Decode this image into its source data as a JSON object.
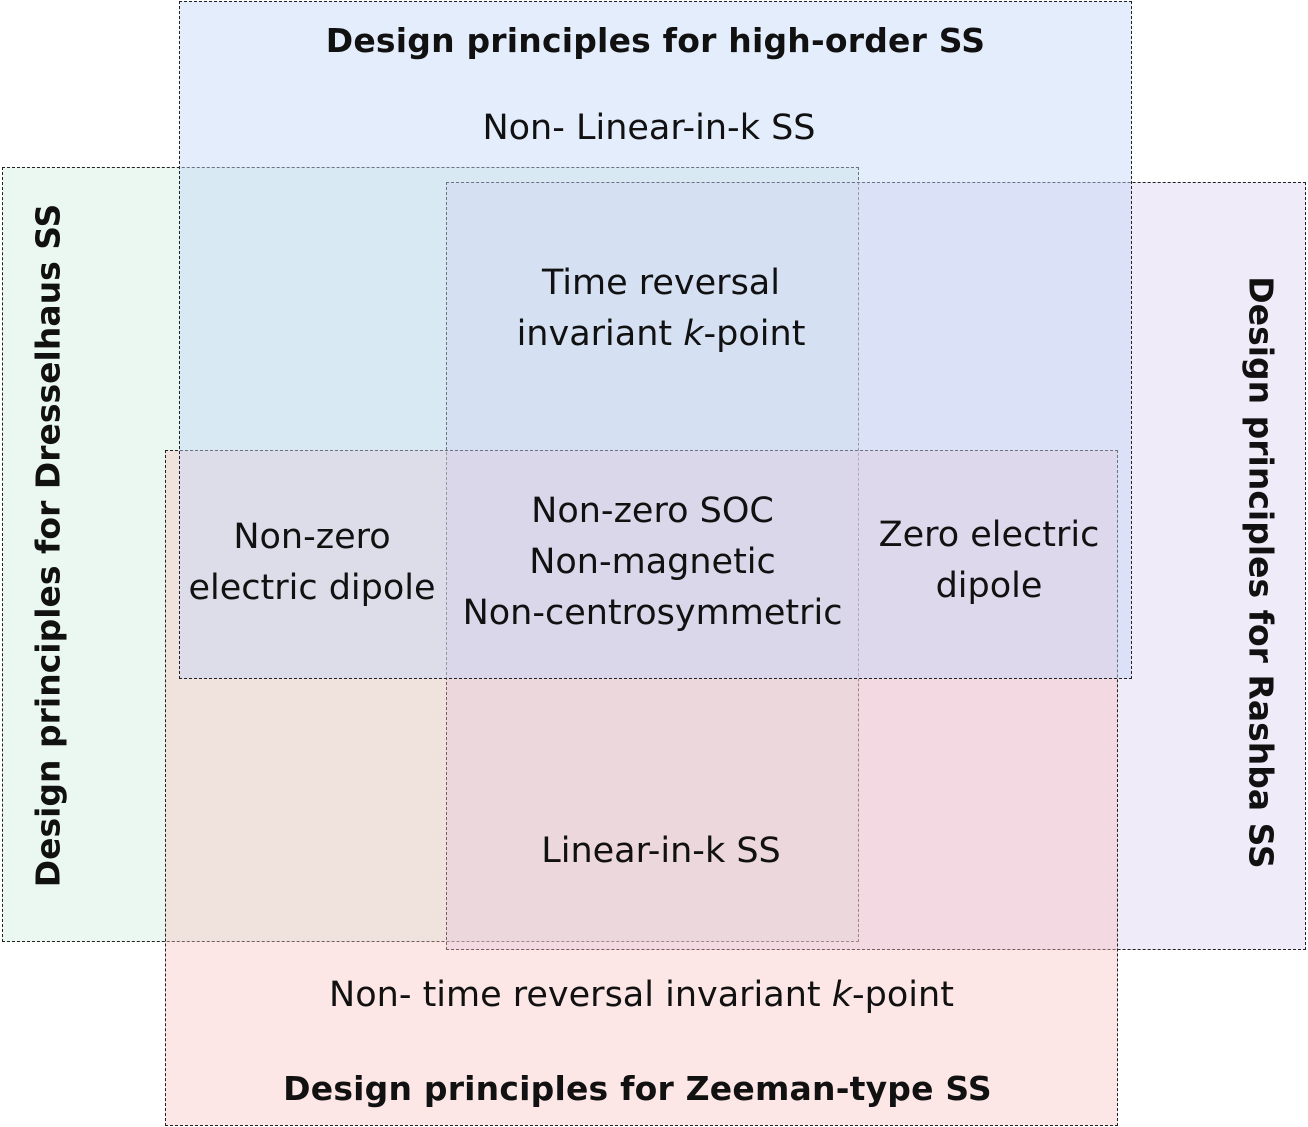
{
  "regions": {
    "high_order": {
      "title": "Design principles for high-order SS",
      "condition": "Non- Linear-in-k SS",
      "color": "#d6e3fb"
    },
    "dresselhaus": {
      "title": "Design principles for Dresselhaus SS",
      "color": "#dcf3e8"
    },
    "rashba": {
      "title": "Design principles for Rashba SS",
      "color": "#e2dcf3"
    },
    "zeeman": {
      "title": "Design principles for Zeeman-type SS",
      "condition_prefix": "Non- time reversal invariant ",
      "condition_k": "k",
      "condition_suffix": "-point",
      "color": "#fcd4d4"
    }
  },
  "cells": {
    "trim": {
      "line1": "Time reversal",
      "line2_prefix": "invariant ",
      "line2_k": "k",
      "line2_suffix": "-point"
    },
    "nonzero_dipole": {
      "line1": "Non-zero",
      "line2": "electric dipole"
    },
    "center": {
      "line1": "Non-zero SOC",
      "line2": "Non-magnetic",
      "line3": "Non-centrosymmetric"
    },
    "zero_dipole": {
      "line1": "Zero electric",
      "line2": "dipole"
    },
    "linear": {
      "line1": "Linear-in-k SS"
    }
  }
}
